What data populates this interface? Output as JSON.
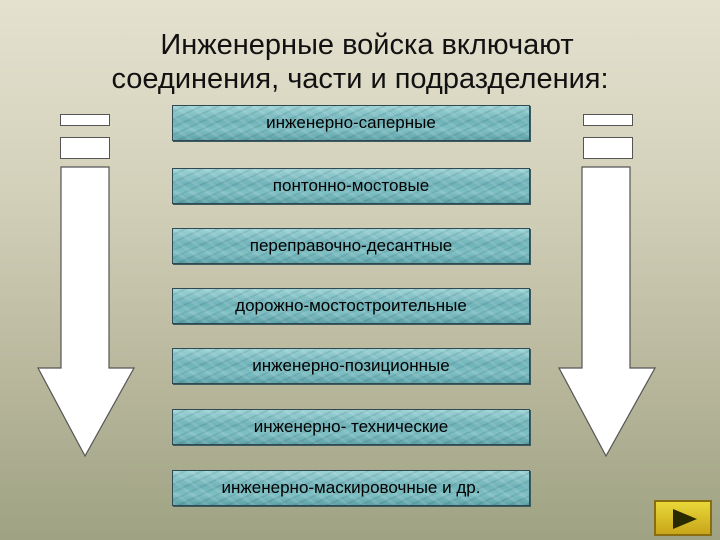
{
  "title": {
    "line1": "Инженерные войска включают",
    "line2": "соединения, части и подразделения:"
  },
  "items": [
    "инженерно-саперные",
    "понтонно-мостовые",
    "переправочно-десантные",
    "дорожно-мостостроительные",
    "инженерно-позиционные",
    "инженерно- технические",
    "инженерно-маскировочные и др."
  ],
  "colors": {
    "box_water": "#6fb3b9",
    "background": "#d3d1ba",
    "arrow_fill": "#ffffff",
    "nav_button": "#d4b423"
  },
  "icons": {
    "next_button": "play-triangle-icon"
  }
}
